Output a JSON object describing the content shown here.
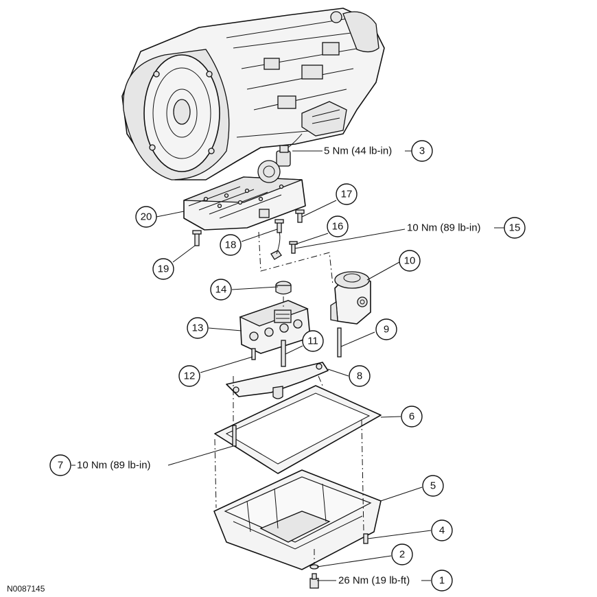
{
  "figure_id": "N0087145",
  "callouts": [
    {
      "id": "c1",
      "number": "1",
      "torque": "26 Nm (19 lb-ft)"
    },
    {
      "id": "c2",
      "number": "2"
    },
    {
      "id": "c3",
      "number": "3",
      "torque": "5 Nm (44 lb-in)"
    },
    {
      "id": "c4",
      "number": "4"
    },
    {
      "id": "c5",
      "number": "5"
    },
    {
      "id": "c6",
      "number": "6"
    },
    {
      "id": "c7",
      "number": "7",
      "torque": "10 Nm (89 lb-in)"
    },
    {
      "id": "c8",
      "number": "8"
    },
    {
      "id": "c9",
      "number": "9"
    },
    {
      "id": "c10",
      "number": "10"
    },
    {
      "id": "c11",
      "number": "11"
    },
    {
      "id": "c12",
      "number": "12"
    },
    {
      "id": "c13",
      "number": "13"
    },
    {
      "id": "c14",
      "number": "14"
    },
    {
      "id": "c15",
      "number": "15",
      "torque": "10 Nm (89 lb-in)"
    },
    {
      "id": "c16",
      "number": "16"
    },
    {
      "id": "c17",
      "number": "17"
    },
    {
      "id": "c18",
      "number": "18"
    },
    {
      "id": "c19",
      "number": "19"
    },
    {
      "id": "c20",
      "number": "20"
    }
  ]
}
